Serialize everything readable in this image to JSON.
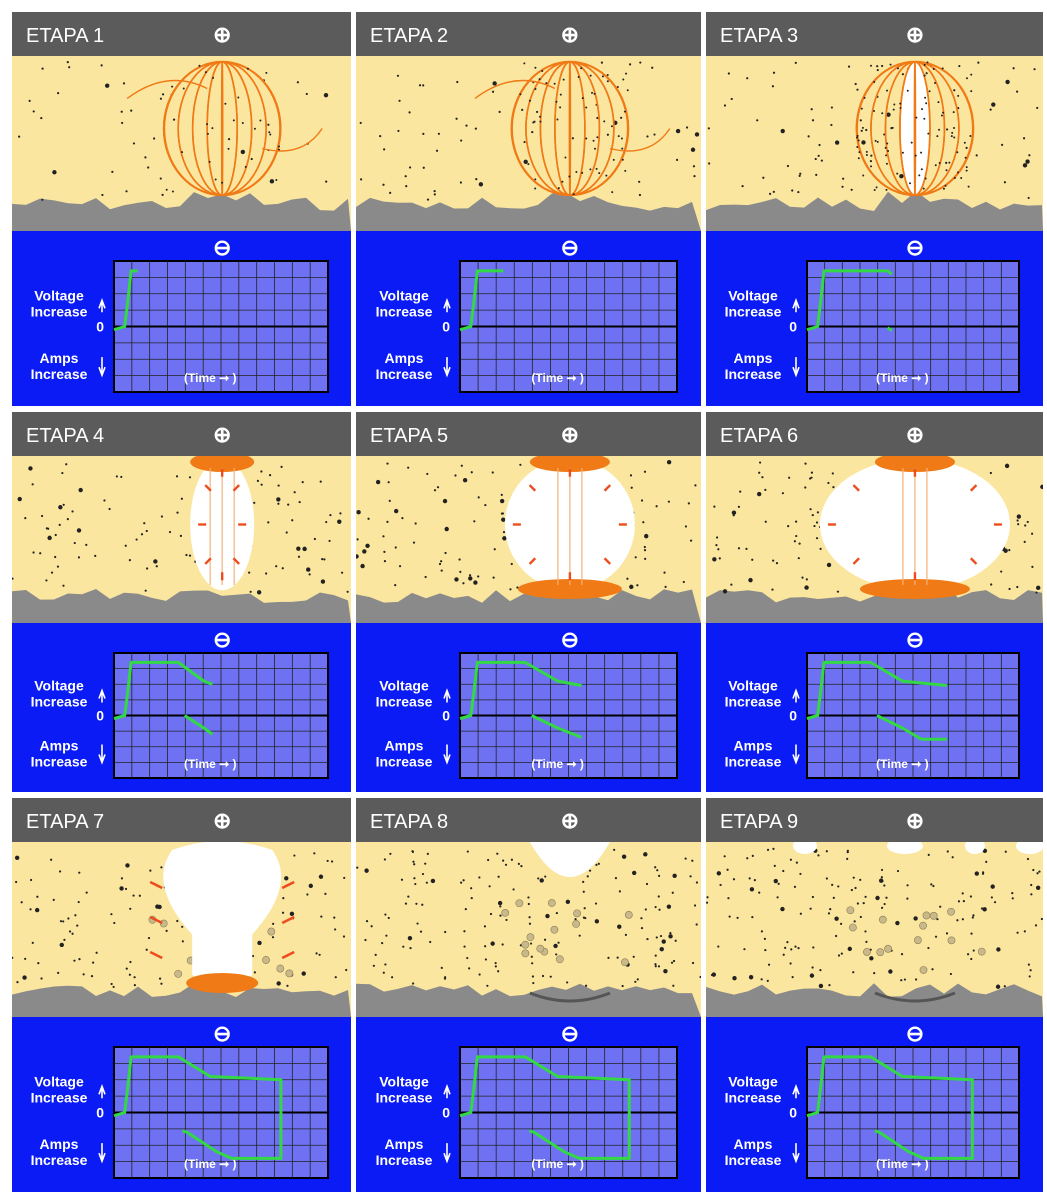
{
  "panels": [
    {
      "title": "ETAPA 1"
    },
    {
      "title": "ETAPA 2"
    },
    {
      "title": "ETAPA 3"
    },
    {
      "title": "ETAPA 4"
    },
    {
      "title": "ETAPA 5"
    },
    {
      "title": "ETAPA 6"
    },
    {
      "title": "ETAPA 7"
    },
    {
      "title": "ETAPA 8"
    },
    {
      "title": "ETAPA 9"
    }
  ],
  "labels": {
    "positive": "⊕",
    "negative": "⊖",
    "voltage_line1": "Voltage",
    "voltage_line2": "Increase",
    "amps_line1": "Amps",
    "amps_line2": "Increase",
    "zero": "0",
    "time": "(Time ➞ )"
  },
  "colors": {
    "header": "#5b5b5b",
    "sand": "#fbe6a0",
    "electrode": "#8a8a8a",
    "electrolyte_blue": "#0a1bf5",
    "grid_fill": "#6e72f2",
    "trace": "#33d944",
    "arc_orange": "#f07a16",
    "arrow_red": "#ee4c1c"
  }
}
